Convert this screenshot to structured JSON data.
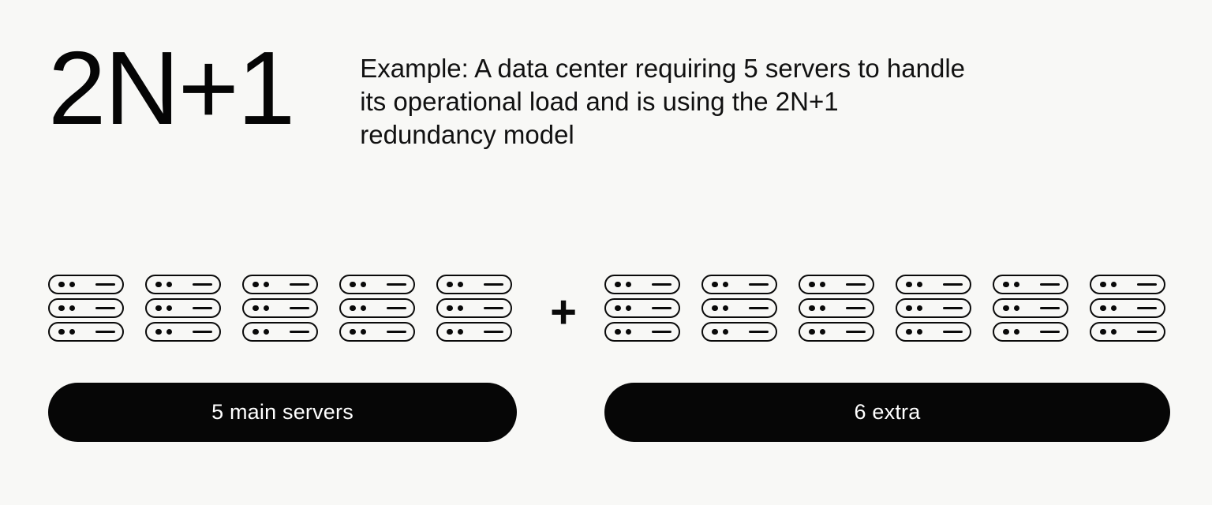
{
  "header": {
    "formula": "2N+1",
    "description": "Example: A data center requiring 5 servers to handle its operational load and is using the 2N+1 redundancy model"
  },
  "diagram": {
    "operator": "+",
    "groups": [
      {
        "id": "main-servers",
        "count": 5,
        "label": "5 main servers",
        "rows_per_unit": 3,
        "leds_per_row": 2
      },
      {
        "id": "extra-servers",
        "count": 6,
        "label": "6 extra",
        "rows_per_unit": 3,
        "leds_per_row": 2
      }
    ]
  },
  "icons": {
    "server_unit": "server-stack-icon",
    "led": "status-led-icon",
    "slot": "drive-slot-icon",
    "operator": "plus-icon"
  },
  "colors": {
    "background": "#f8f8f6",
    "ink": "#0a0a0a",
    "pill_fill": "#060606",
    "pill_text": "#ffffff"
  }
}
